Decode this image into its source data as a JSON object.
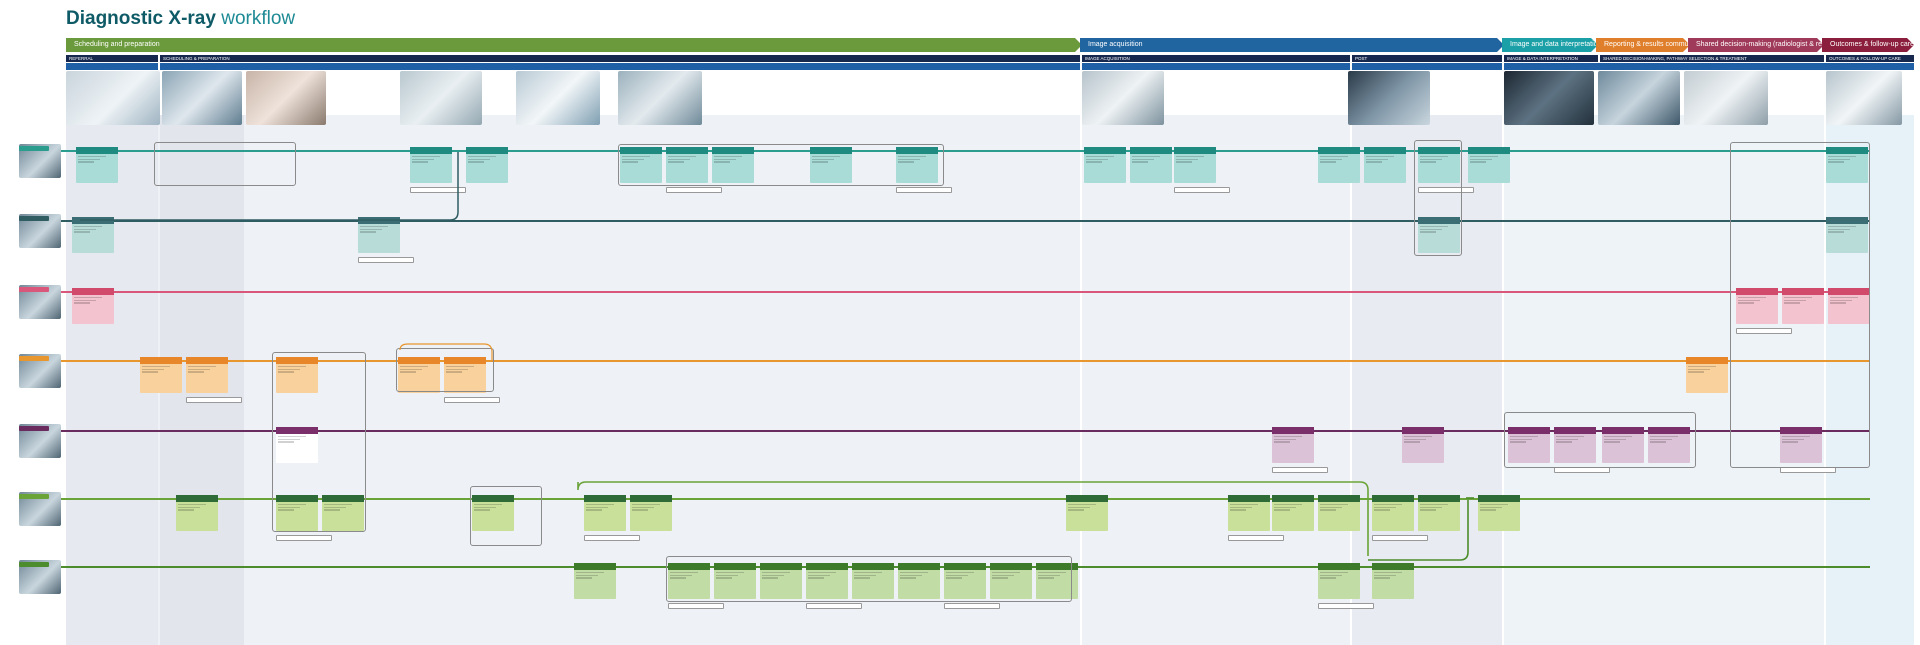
{
  "title": {
    "bold": "Diagnostic X-ray",
    "rest": " workflow"
  },
  "stages": [
    {
      "label": "Scheduling and preparation",
      "color": "#6b9a3c"
    },
    {
      "label": "Image acquisition",
      "color": "#2064a0"
    },
    {
      "label": "Image and data interpretation",
      "color": "#1aa0a6"
    },
    {
      "label": "Reporting & results communication & radiologist",
      "color": "#e07f2b"
    },
    {
      "label": "Shared decision-making (radiologist & referring physician), pathway selection & treatment",
      "color": "#a03a5a"
    },
    {
      "label": "Outcomes & follow-up care",
      "color": "#8b1e3c"
    }
  ],
  "substages": [
    "REFERRAL",
    "SCHEDULING & PREPARATION",
    "IMAGE ACQUISITION",
    "POST",
    "IMAGE & DATA INTERPRETATION",
    "SHARED DECISION-MAKING, PATHWAY SELECTION & TREATMENT",
    "OUTCOMES & FOLLOW-UP CARE"
  ],
  "lanes": [
    {
      "color": "#2a9d8f",
      "card": "#a9dcd6",
      "head": "#1e8a80"
    },
    {
      "color": "#2f5d62",
      "card": "#b8dcd7",
      "head": "#3b6e74"
    },
    {
      "color": "#d9577a",
      "card": "#f3c3cf",
      "head": "#d14a6c"
    },
    {
      "color": "#e8962e",
      "card": "#f8d19d",
      "head": "#e8862a"
    },
    {
      "color": "#6a2b5e",
      "card": "#dcc2d6",
      "head": "#7a2e6a"
    },
    {
      "color": "#6aa338",
      "card": "#c9e09a",
      "head": "#2e6b36"
    },
    {
      "color": "#4c8c2c",
      "card": "#c2dca6",
      "head": "#3d7a2a"
    }
  ]
}
